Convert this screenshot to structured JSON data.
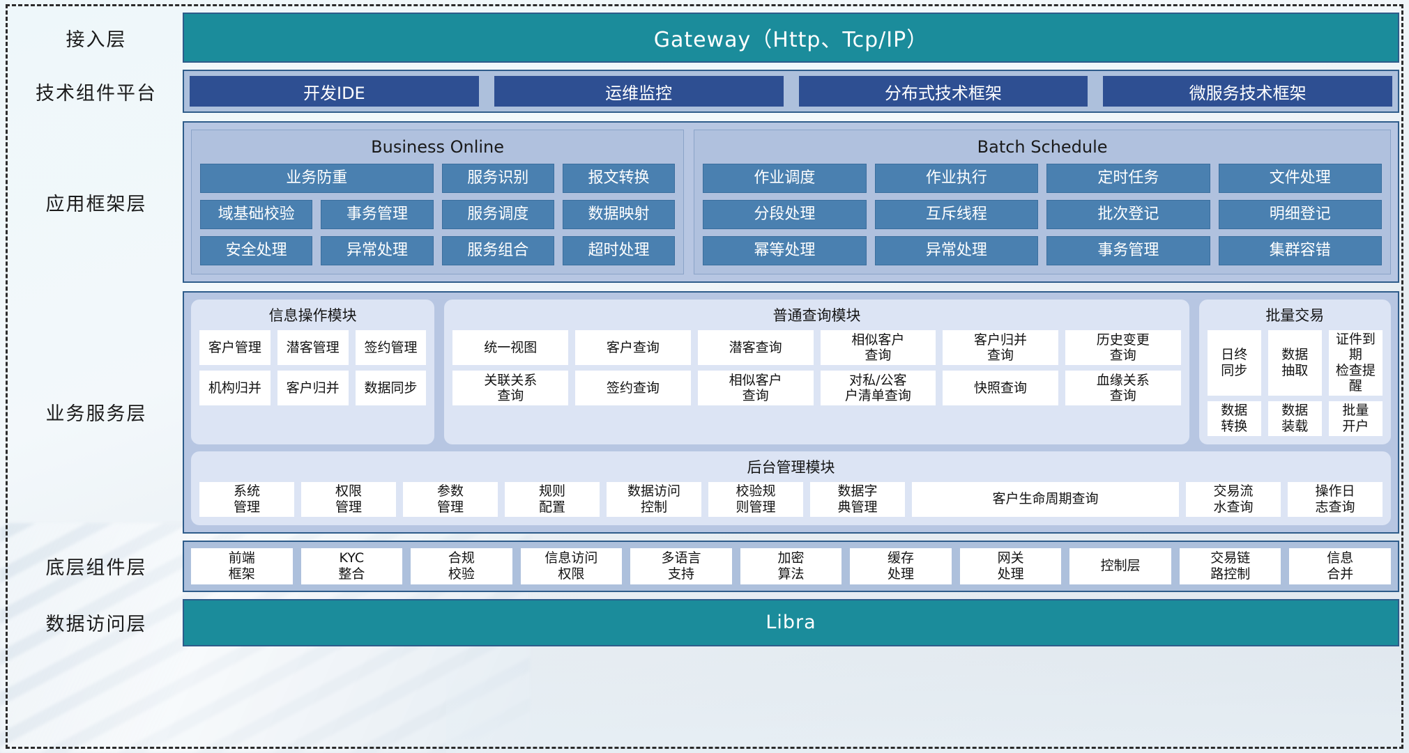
{
  "diagram": {
    "title": "系统分层架构图",
    "colors": {
      "teal": "#1b8c9b",
      "deep_blue": "#2e4f92",
      "mid_blue": "#4a80b0",
      "band_blue": "#b7c6e2",
      "panel_blue": "#b0c1de",
      "module_bg": "#dce4f4",
      "border": "#2e5c8a"
    },
    "layers": [
      {
        "label": "接入层"
      },
      {
        "label": "技术组件平台"
      },
      {
        "label": "应用框架层"
      },
      {
        "label": "业务服务层"
      },
      {
        "label": "底层组件层"
      },
      {
        "label": "数据访问层"
      }
    ]
  },
  "access_layer": {
    "label": "接入层",
    "gateway": "Gateway（Http、Tcp/IP）"
  },
  "tech_platform": {
    "label": "技术组件平台",
    "items": [
      "开发IDE",
      "运维监控",
      "分布式技术框架",
      "微服务技术框架"
    ]
  },
  "app_framework": {
    "label": "应用框架层",
    "business_online": {
      "title": "Business Online",
      "cells": [
        {
          "text": "业务防重",
          "span": 2
        },
        {
          "text": "服务识别",
          "span": 1
        },
        {
          "text": "报文转换",
          "span": 1
        },
        {
          "text": "域基础校验",
          "span": 1
        },
        {
          "text": "事务管理",
          "span": 1
        },
        {
          "text": "服务调度",
          "span": 1
        },
        {
          "text": "数据映射",
          "span": 1
        },
        {
          "text": "安全处理",
          "span": 1
        },
        {
          "text": "异常处理",
          "span": 1
        },
        {
          "text": "服务组合",
          "span": 1
        },
        {
          "text": "超时处理",
          "span": 1
        }
      ]
    },
    "batch_schedule": {
      "title": "Batch Schedule",
      "cells": [
        {
          "text": "作业调度",
          "span": 1
        },
        {
          "text": "作业执行",
          "span": 1
        },
        {
          "text": "定时任务",
          "span": 1
        },
        {
          "text": "文件处理",
          "span": 1
        },
        {
          "text": "分段处理",
          "span": 1
        },
        {
          "text": "互斥线程",
          "span": 1
        },
        {
          "text": "批次登记",
          "span": 1
        },
        {
          "text": "明细登记",
          "span": 1
        },
        {
          "text": "幂等处理",
          "span": 1
        },
        {
          "text": "异常处理",
          "span": 1
        },
        {
          "text": "事务管理",
          "span": 1
        },
        {
          "text": "集群容错",
          "span": 1
        }
      ]
    }
  },
  "business_service": {
    "label": "业务服务层",
    "info_operation": {
      "title": "信息操作模块",
      "cells": [
        "客户管理",
        "潜客管理",
        "签约管理",
        "机构归并",
        "客户归并",
        "数据同步"
      ]
    },
    "common_query": {
      "title": "普通查询模块",
      "cells": [
        "统一视图",
        "客户查询",
        "潜客查询",
        "相似客户\n查询",
        "客户归并\n查询",
        "历史变更\n查询",
        "关联关系\n查询",
        "签约查询",
        "相似客户\n查询",
        "对私/公客\n户清单查询",
        "快照查询",
        "血缘关系\n查询"
      ]
    },
    "batch_transaction": {
      "title": "批量交易",
      "cells": [
        "日终\n同步",
        "数据\n抽取",
        "证件到期\n检查提醒",
        "数据\n转换",
        "数据\n装载",
        "批量\n开户"
      ]
    },
    "back_office": {
      "title": "后台管理模块",
      "cells": [
        {
          "text": "系统\n管理",
          "wide": false
        },
        {
          "text": "权限\n管理",
          "wide": false
        },
        {
          "text": "参数\n管理",
          "wide": false
        },
        {
          "text": "规则\n配置",
          "wide": false
        },
        {
          "text": "数据访问\n控制",
          "wide": false
        },
        {
          "text": "校验规\n则管理",
          "wide": false
        },
        {
          "text": "数据字\n典管理",
          "wide": false
        },
        {
          "text": "客户生命周期查询",
          "wide": true
        },
        {
          "text": "交易流\n水查询",
          "wide": false
        },
        {
          "text": "操作日\n志查询",
          "wide": false
        }
      ]
    }
  },
  "base_component": {
    "label": "底层组件层",
    "items": [
      "前端\n框架",
      "KYC\n整合",
      "合规\n校验",
      "信息访问\n权限",
      "多语言\n支持",
      "加密\n算法",
      "缓存\n处理",
      "网关\n处理",
      "控制层",
      "交易链\n路控制",
      "信息\n合并"
    ]
  },
  "data_access": {
    "label": "数据访问层",
    "name": "Libra"
  }
}
